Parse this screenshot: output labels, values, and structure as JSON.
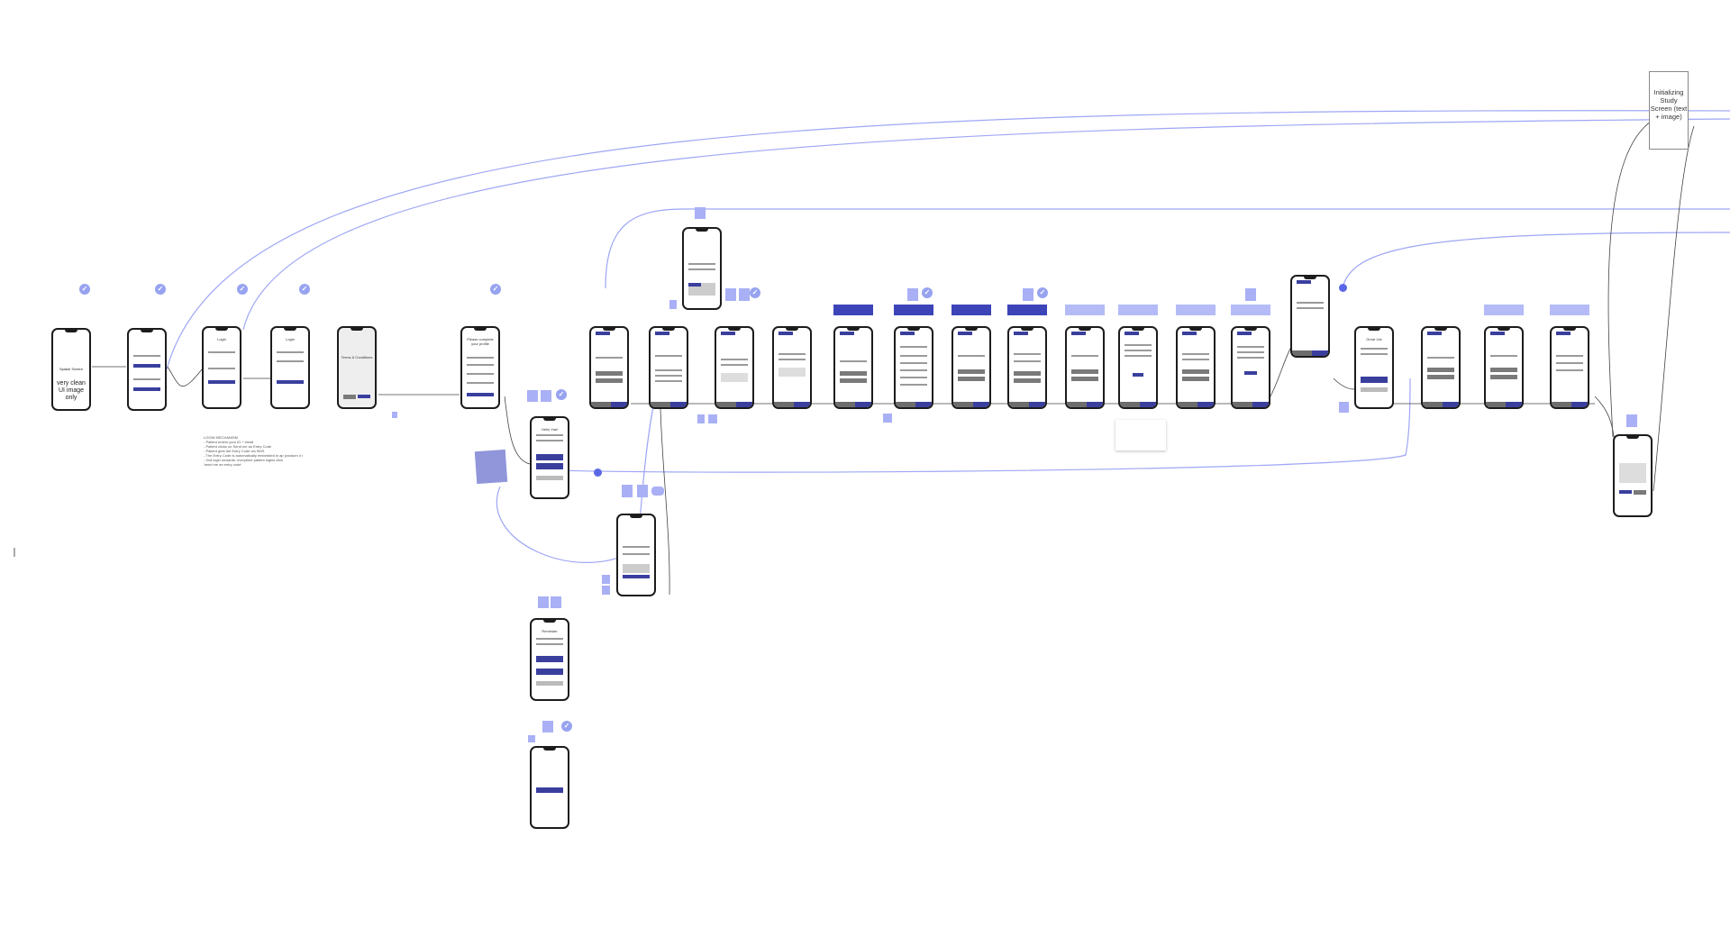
{
  "init_box": {
    "label": "Initializing Study Screen (text + image)"
  },
  "splash": {
    "title": "Splash Screen",
    "body": "very clean UI image only"
  },
  "login_1": {
    "title": "Login"
  },
  "login_2": {
    "title": "Login"
  },
  "terms": {
    "title": "Terms & Conditions"
  },
  "profile": {
    "title": "Please complete your profile"
  },
  "help": {
    "title": "Hello Yael"
  },
  "reminder": {
    "title": "Reminder"
  },
  "great_job": {
    "title": "Great Job"
  },
  "login_notes": {
    "heading": "LOGIN MECHANISM",
    "lines": [
      "- Patient enters your ID + email",
      "- Patient clicks on Send me an Entry Code",
      "- Patient gets the Entry Code via SMS",
      "- The Entry Code is automatically embedded in ap (random 4 string)",
      "- 2nd login onwards: everytime patient logins click",
      "  'send me an entry code'"
    ]
  },
  "colors": {
    "line": "#9ea6f5",
    "frame": "#1c1c1c",
    "accent": "#3a3f9e",
    "sticky": "#a9b0f5"
  }
}
